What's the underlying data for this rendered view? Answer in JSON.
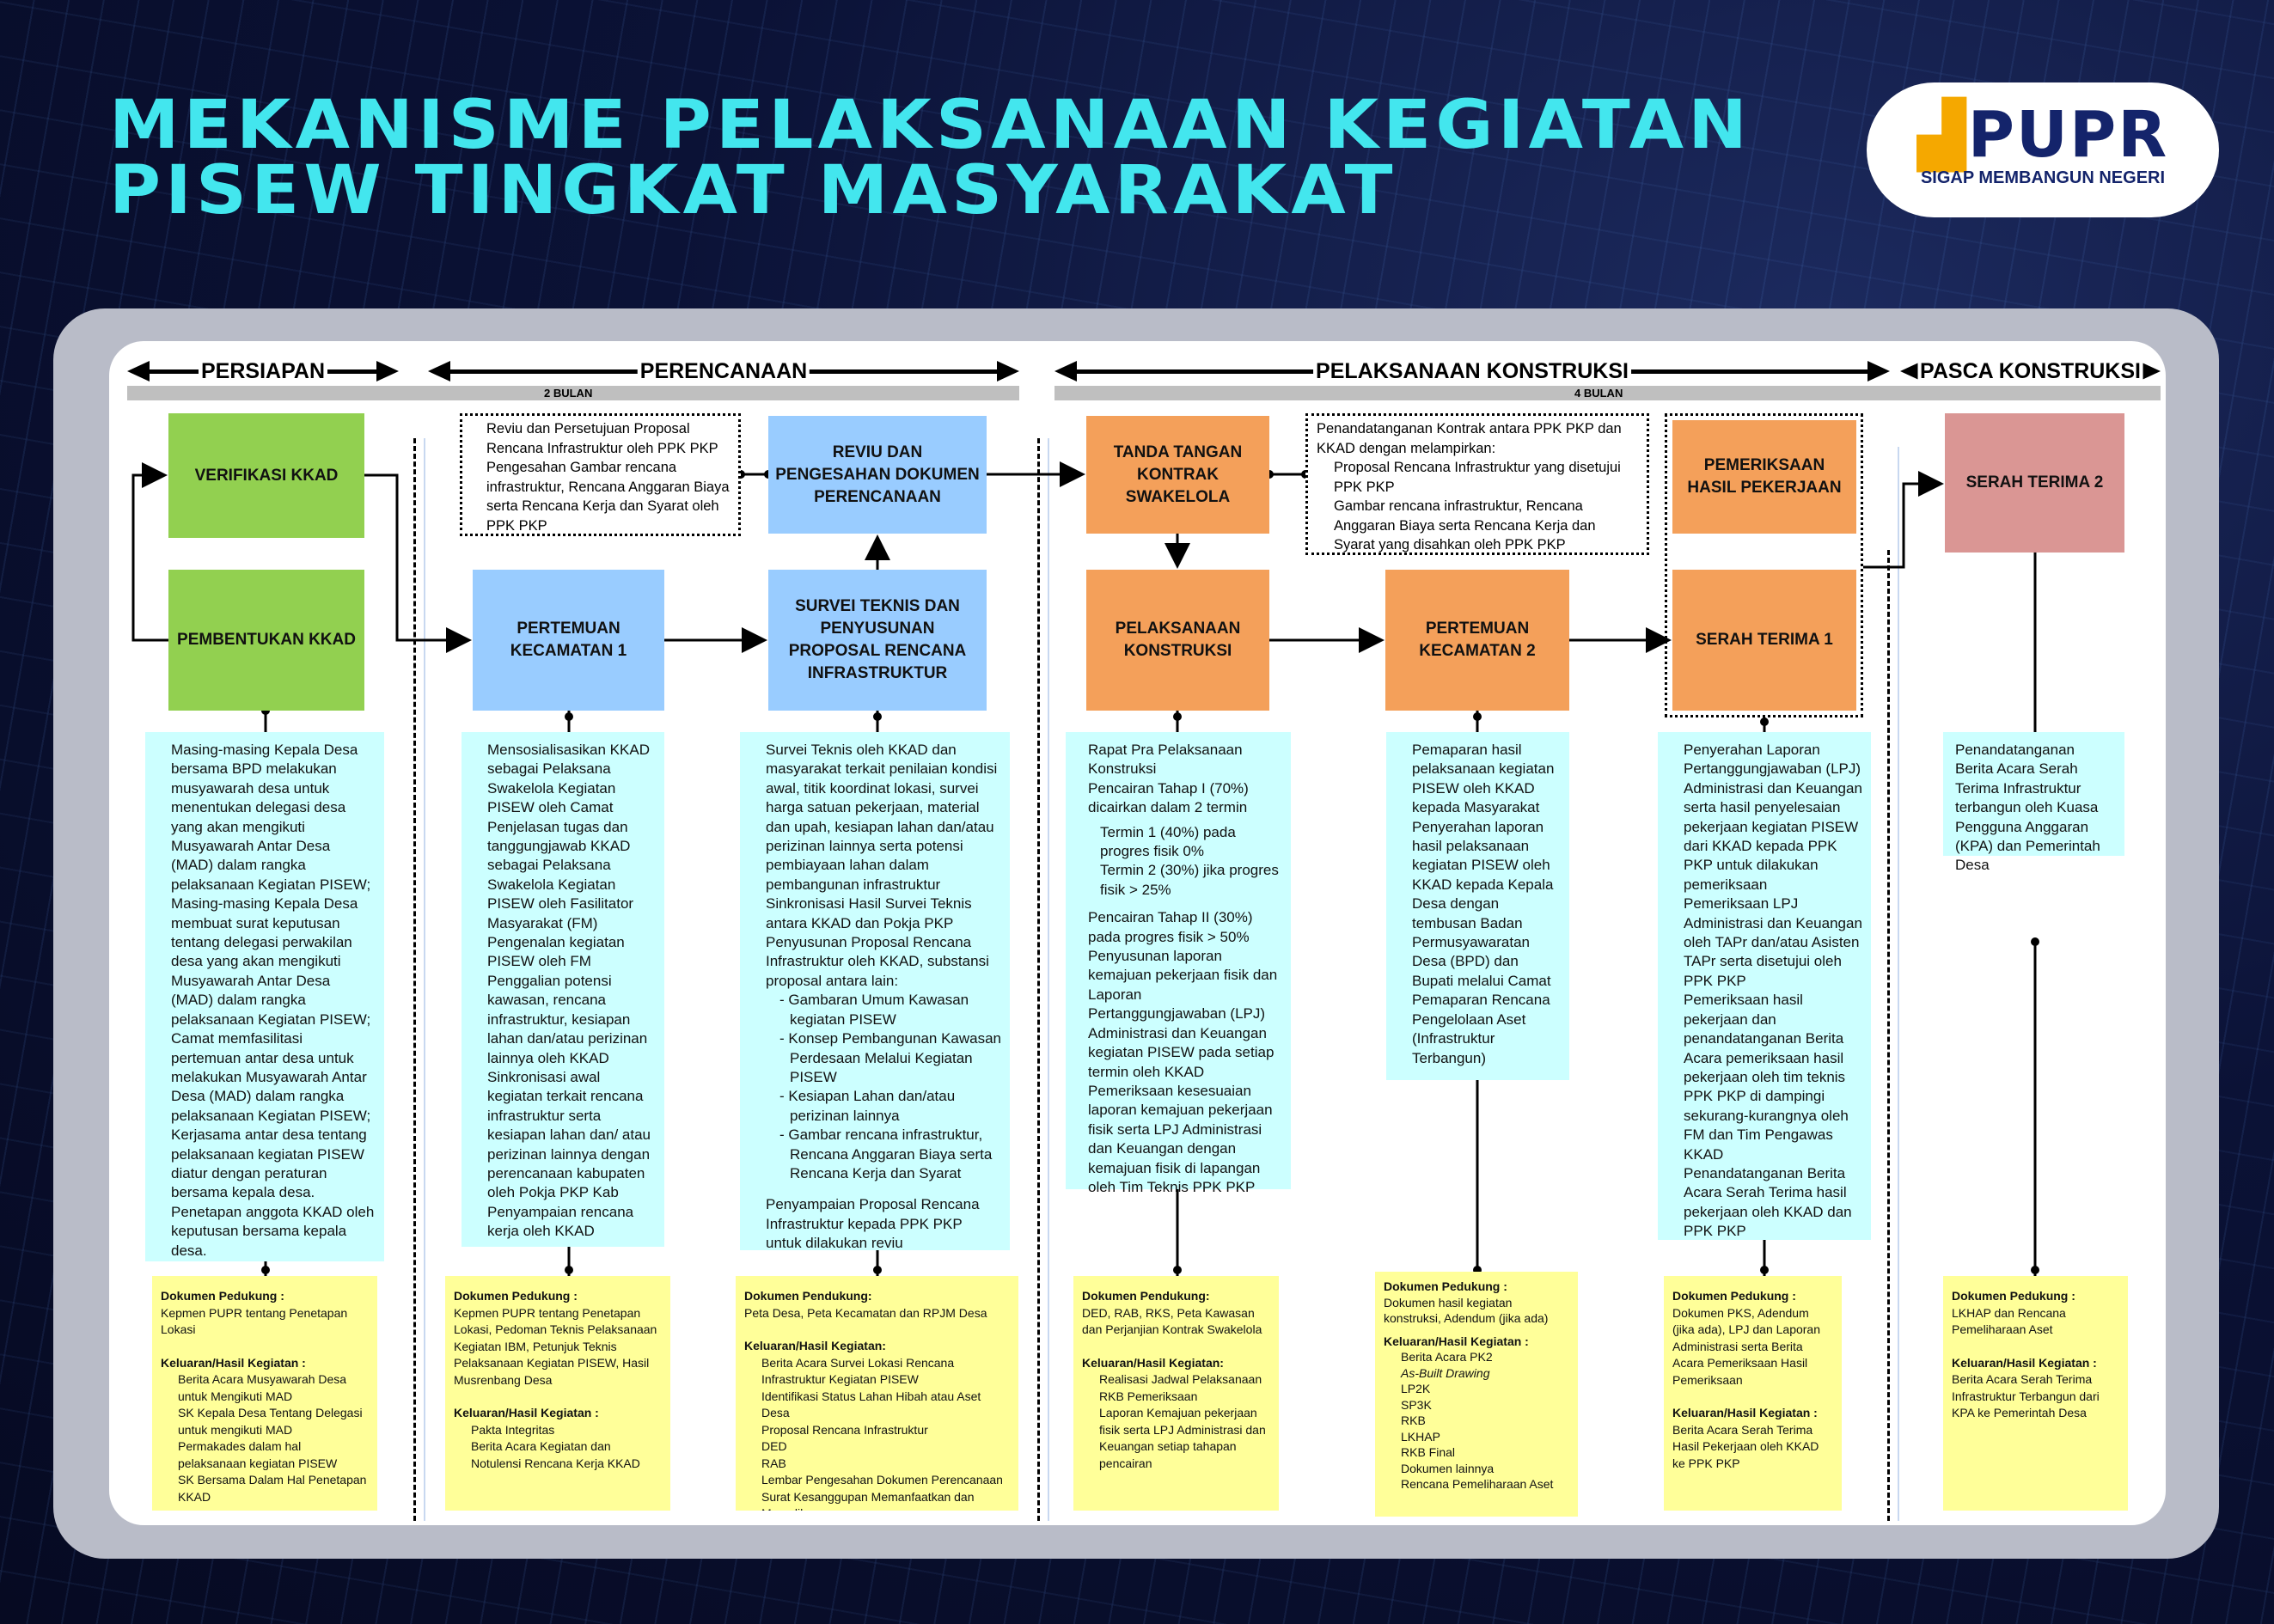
{
  "title": {
    "line1": "MEKANISME PELAKSANAAN KEGIATAN",
    "line2": "PISEW TINGKAT MASYARAKAT"
  },
  "logo": {
    "name": "PUPR",
    "tagline": "SIGAP MEMBANGUN NEGERI"
  },
  "phases": [
    {
      "label": "PERSIAPAN"
    },
    {
      "label": "PERENCANAAN"
    },
    {
      "label": "PELAKSANAAN KONSTRUKSI"
    },
    {
      "label": "PASCA KONSTRUKSI"
    }
  ],
  "durations": [
    "2 BULAN",
    "4 BULAN"
  ],
  "colors": {
    "title": "#43e6ee",
    "green": "#92d050",
    "blue": "#99ccff",
    "orange": "#f4a05a",
    "pink": "#da9694",
    "cyan": "#ccffff",
    "yellow": "#ffff99"
  },
  "boxes": {
    "verifikasi": "VERIFIKASI KKAD",
    "pembentukan": "PEMBENTUKAN KKAD",
    "pertemuan1": "PERTEMUAN KECAMATAN 1",
    "reviu": "REVIU DAN PENGESAHAN DOKUMEN PERENCANAAN",
    "survei": "SURVEI TEKNIS DAN PENYUSUNAN PROPOSAL RENCANA INFRASTRUKTUR",
    "ttks": "TANDA TANGAN KONTRAK SWAKELOLA",
    "pelaksanaan": "PELAKSANAAN KONSTRUKSI",
    "pertemuan2": "PERTEMUAN KECAMATAN 2",
    "pemeriksaan": "PEMERIKSAAN HASIL PEKERJAAN",
    "serah1": "SERAH TERIMA 1",
    "serah2": "SERAH TERIMA 2"
  },
  "notes": {
    "reviu": [
      "Reviu dan Persetujuan Proposal Rencana Infrastruktur oleh PPK PKP",
      "Pengesahan Gambar rencana infrastruktur, Rencana Anggaran Biaya serta Rencana Kerja dan Syarat oleh PPK PKP"
    ],
    "kontrak": {
      "intro": "Penandatanganan Kontrak antara PPK PKP dan KKAD dengan melampirkan:",
      "items": [
        "Proposal Rencana Infrastruktur yang disetujui PPK PKP",
        "Gambar rencana infrastruktur, Rencana Anggaran Biaya serta Rencana Kerja dan Syarat yang disahkan oleh PPK PKP"
      ]
    }
  },
  "activities": {
    "c1": [
      "Masing-masing Kepala Desa bersama BPD melakukan musyawarah desa untuk menentukan delegasi desa yang akan mengikuti Musyawarah Antar Desa (MAD) dalam rangka pelaksanaan Kegiatan PISEW;",
      "Masing-masing Kepala Desa membuat surat keputusan tentang delegasi perwakilan desa yang akan mengikuti Musyawarah Antar Desa (MAD) dalam rangka pelaksanaan Kegiatan PISEW;",
      "Camat memfasilitasi pertemuan antar desa untuk melakukan Musyawarah Antar Desa (MAD) dalam rangka pelaksanaan Kegiatan PISEW;",
      "Kerjasama antar desa tentang pelaksanaan kegiatan PISEW diatur dengan peraturan bersama kepala desa.",
      "Penetapan anggota KKAD oleh keputusan bersama kepala desa."
    ],
    "c2": [
      "Mensosialisasikan KKAD sebagai Pelaksana Swakelola Kegiatan PISEW oleh Camat",
      "Penjelasan tugas dan tanggungjawab KKAD sebagai Pelaksana Swakelola Kegiatan PISEW oleh Fasilitator Masyarakat (FM)",
      "Pengenalan kegiatan PISEW oleh FM",
      "Penggalian potensi kawasan, rencana infrastruktur, kesiapan lahan dan/atau perizinan lainnya oleh KKAD",
      "Sinkronisasi awal kegiatan terkait rencana infrastruktur serta kesiapan lahan dan/ atau perizinan lainnya dengan perencanaan kabupaten oleh Pokja PKP Kab",
      "Penyampaian rencana kerja oleh KKAD"
    ],
    "c3": {
      "before": [
        "Survei Teknis oleh KKAD dan masyarakat terkait penilaian kondisi awal, titik koordinat lokasi, survei harga satuan pekerjaan, material dan upah, kesiapan lahan dan/atau perizinan lainnya serta potensi pembiayaan lahan dalam pembangunan infrastruktur",
        "Sinkronisasi Hasil Survei Teknis antara KKAD dan Pokja PKP",
        "Penyusunan Proposal Rencana Infrastruktur oleh KKAD, substansi proposal antara lain:"
      ],
      "sub": [
        "- Gambaran Umum Kawasan kegiatan PISEW",
        "- Konsep Pembangunan Kawasan Perdesaan Melalui Kegiatan PISEW",
        "- Kesiapan Lahan dan/atau perizinan lainnya",
        "- Gambar rencana infrastruktur, Rencana Anggaran Biaya serta Rencana Kerja dan Syarat"
      ],
      "after": [
        "Penyampaian Proposal Rencana Infrastruktur kepada PPK PKP untuk dilakukan reviu"
      ]
    },
    "c4": {
      "a": [
        "Rapat Pra Pelaksanaan Konstruksi",
        "Pencairan Tahap I (70%) dicairkan dalam 2 termin"
      ],
      "sub": [
        "Termin 1 (40%) pada progres fisik 0%",
        "Termin 2 (30%) jika progres fisik > 25%"
      ],
      "b": [
        "Pencairan Tahap II (30%) pada progres fisik > 50%",
        "Penyusunan laporan kemajuan pekerjaan fisik dan Laporan Pertanggungjawaban (LPJ) Administrasi dan Keuangan kegiatan PISEW pada setiap termin oleh KKAD",
        "Pemeriksaan kesesuaian laporan kemajuan pekerjaan fisik serta LPJ Administrasi dan Keuangan dengan kemajuan fisik di lapangan oleh Tim Teknis PPK PKP"
      ]
    },
    "c5": [
      "Pemaparan hasil pelaksanaan kegiatan PISEW oleh KKAD kepada Masyarakat",
      "Penyerahan laporan hasil pelaksanaan kegiatan PISEW oleh KKAD kepada Kepala Desa dengan tembusan Badan Permusyawaratan Desa (BPD) dan Bupati melalui Camat",
      "Pemaparan Rencana Pengelolaan Aset (Infrastruktur Terbangun)"
    ],
    "c6": [
      "Penyerahan Laporan Pertanggungjawaban (LPJ) Administrasi dan Keuangan serta hasil penyelesaian pekerjaan kegiatan PISEW dari KKAD kepada PPK PKP untuk dilakukan pemeriksaan",
      "Pemeriksaan LPJ Administrasi dan Keuangan oleh TAPr dan/atau Asisten TAPr serta disetujui oleh PPK PKP",
      "Pemeriksaan hasil pekerjaan dan penandatanganan Berita Acara pemeriksaan hasil pekerjaan oleh tim teknis PPK PKP di dampingi sekurang-kurangnya oleh FM dan Tim Pengawas KKAD",
      "Penandatanganan Berita Acara Serah Terima hasil pekerjaan oleh KKAD dan PPK PKP"
    ],
    "c7": [
      "Penandatanganan Berita Acara Serah Terima Infrastruktur terbangun oleh Kuasa Pengguna Anggaran (KPA) dan Pemerintah Desa"
    ]
  },
  "outputs": [
    {
      "doc_label": "Dokumen Pedukung :",
      "doc": "Kepmen PUPR tentang Penetapan Lokasi",
      "out_label": "Keluaran/Hasil Kegiatan :",
      "items": [
        "Berita Acara Musyawarah Desa untuk Mengikuti MAD",
        "SK Kepala Desa Tentang Delegasi untuk mengikuti MAD",
        "Permakades dalam hal pelaksanaan kegiatan PISEW",
        "SK Bersama Dalam Hal Penetapan KKAD"
      ]
    },
    {
      "doc_label": "Dokumen Pedukung :",
      "doc": "Kepmen PUPR tentang Penetapan Lokasi, Pedoman Teknis Pelaksanaan Kegiatan IBM, Petunjuk Teknis Pelaksanaan Kegiatan PISEW, Hasil Musrenbang Desa",
      "out_label": "Keluaran/Hasil Kegiatan :",
      "items": [
        "Pakta Integritas",
        "Berita Acara Kegiatan dan Notulensi Rencana Kerja KKAD"
      ]
    },
    {
      "doc_label": "Dokumen Pendukung:",
      "doc": "Peta Desa, Peta Kecamatan dan RPJM Desa",
      "out_label": "Keluaran/Hasil Kegiatan:",
      "items": [
        "Berita Acara Survei Lokasi Rencana Infrastruktur Kegiatan PISEW",
        "Identifikasi Status Lahan Hibah atau Aset Desa",
        "Proposal Rencana Infrastruktur",
        "DED",
        "RAB",
        "Lembar Pengesahan Dokumen Perencanaan",
        "Surat Kesanggupan Memanfaatkan dan Memelihara"
      ]
    },
    {
      "doc_label": "Dokumen Pendukung:",
      "doc": "DED, RAB, RKS, Peta Kawasan dan Perjanjian Kontrak Swakelola",
      "out_label": "Keluaran/Hasil Kegiatan:",
      "items": [
        "Realisasi Jadwal Pelaksanaan",
        "RKB Pemeriksaan",
        "Laporan Kemajuan pekerjaan fisik serta LPJ Administrasi dan Keuangan  setiap tahapan pencairan"
      ]
    },
    {
      "doc_label": "Dokumen Pedukung :",
      "doc": "Dokumen hasil kegiatan konstruksi, Adendum (jika ada)",
      "out_label": "Keluaran/Hasil Kegiatan :",
      "items": [
        "Berita Acara PK2",
        "As-Built Drawing",
        "LP2K",
        "SP3K",
        "RKB",
        "LKHAP",
        "RKB Final",
        "Dokumen lainnya",
        "Rencana Pemeliharaan Aset"
      ]
    },
    {
      "doc_label": "Dokumen Pedukung :",
      "doc": "Dokumen PKS, Adendum (jika ada), LPJ dan Laporan Administrasi serta Berita Acara Pemeriksaan Hasil Pemeriksaan",
      "out_label": "Keluaran/Hasil Kegiatan :",
      "items": [
        "Berita Acara Serah Terima Hasil Pekerjaan oleh KKAD ke PPK PKP"
      ]
    },
    {
      "doc_label": "Dokumen Pedukung :",
      "doc": "LKHAP dan Rencana Pemeliharaan Aset",
      "out_label": "Keluaran/Hasil Kegiatan :",
      "items": [
        "Berita Acara Serah Terima Infrastruktur Terbangun dari KPA ke Pemerintah Desa"
      ]
    }
  ]
}
